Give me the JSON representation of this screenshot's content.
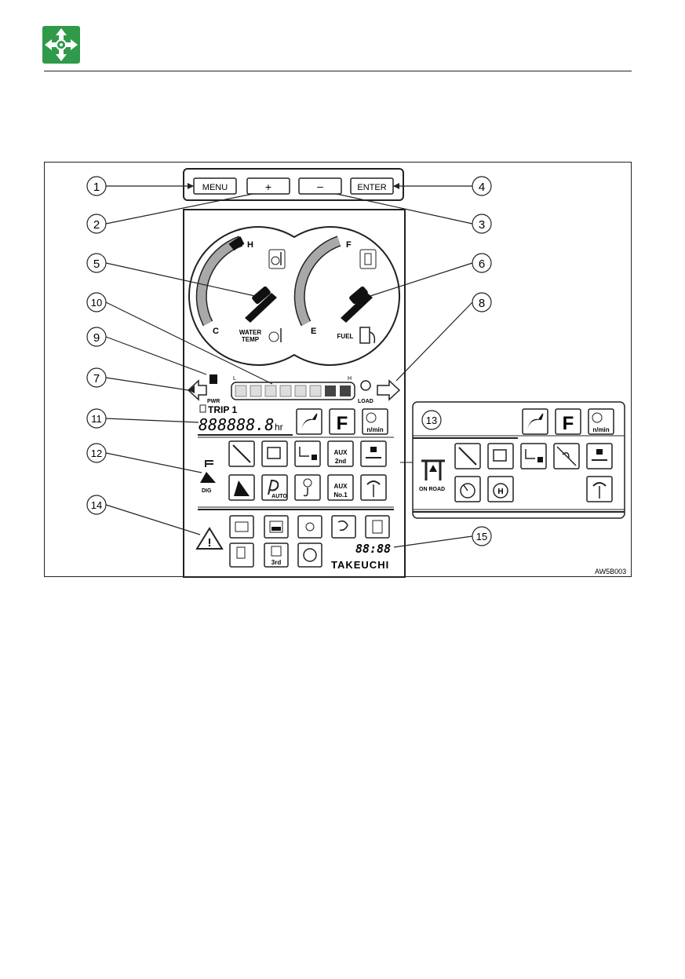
{
  "header": {
    "icon": "directional-arrows-icon",
    "icon_color": "#2e9a4a"
  },
  "buttons": {
    "menu": "MENU",
    "plus": "+",
    "minus": "–",
    "enter": "ENTER"
  },
  "callouts": [
    "1",
    "2",
    "3",
    "4",
    "5",
    "6",
    "7",
    "8",
    "9",
    "10",
    "11",
    "12",
    "13",
    "14",
    "15"
  ],
  "gauges": {
    "water_temp": {
      "high": "H",
      "low": "C",
      "label_line1": "WATER",
      "label_line2": "TEMP"
    },
    "fuel": {
      "full": "F",
      "empty": "E",
      "label": "FUEL"
    }
  },
  "load_meter": {
    "low": "L",
    "high": "H",
    "left_label": "PWR",
    "right_label": "LOAD"
  },
  "trip": {
    "label": "TRIP 1",
    "value": "888888.8",
    "unit": "hr"
  },
  "mode_icons": {
    "f_label": "F",
    "speed_unit": "n/min",
    "aux_2nd": "2nd",
    "aux_no1": "No.1",
    "aux": "AUX",
    "auto": "AUTO",
    "third": "3rd",
    "dig": "DIG",
    "on_road": "ON ROAD"
  },
  "clock": "88:88",
  "brand": "TAKEUCHI",
  "figure_code": "AW5B003"
}
